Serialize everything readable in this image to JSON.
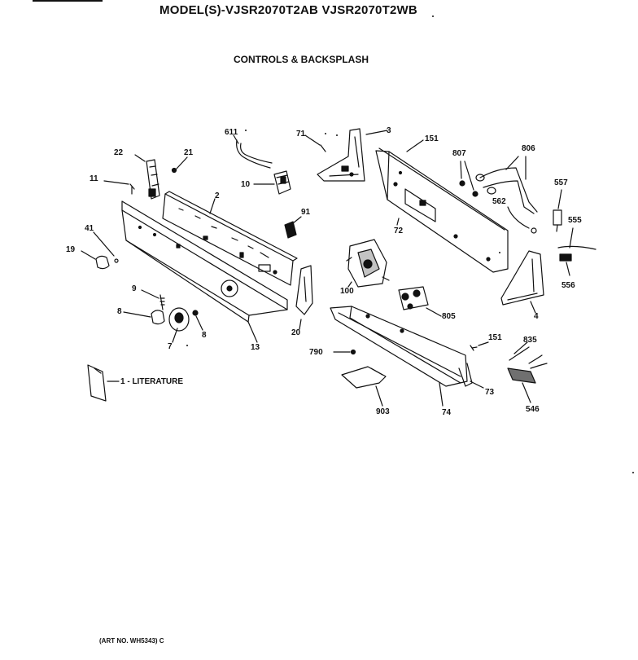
{
  "header": {
    "model": "MODEL(S)-VJSR2070T2AB  VJSR2070T2WB",
    "section": "CONTROLS & BACKSPLASH"
  },
  "footer": {
    "art_no": "(ART NO. WH5343) C"
  },
  "callouts": {
    "p611": "611",
    "p71": "71",
    "p3": "3",
    "p151a": "151",
    "p807": "807",
    "p806": "806",
    "p22": "22",
    "p21": "21",
    "p11": "11",
    "p2": "2",
    "p10": "10",
    "p557": "557",
    "p562": "562",
    "p91": "91",
    "p72": "72",
    "p555": "555",
    "p41": "41",
    "p19": "19",
    "p556": "556",
    "p100": "100",
    "p9": "9",
    "p805": "805",
    "p4": "4",
    "p8a": "8",
    "p8b": "8",
    "p7": "7",
    "p20": "20",
    "p13": "13",
    "p151b": "151",
    "p835": "835",
    "p790": "790",
    "p73": "73",
    "p546": "546",
    "p903": "903",
    "p74": "74",
    "literature": "1 - LITERATURE"
  }
}
